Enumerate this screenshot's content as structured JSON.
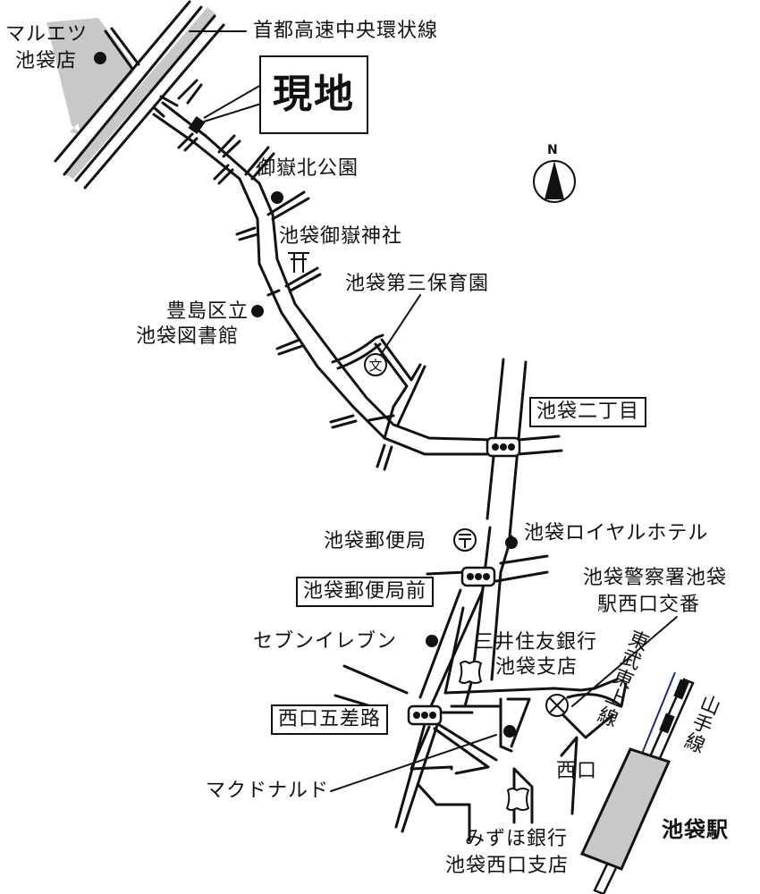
{
  "map": {
    "type": "location-access-map",
    "colors": {
      "line": "#111111",
      "fill_gray": "#c8c8c8",
      "background": "#ffffff",
      "tobu_line": "#1a2a8a"
    },
    "site": {
      "label": "現地"
    },
    "compass": {
      "label": "N"
    },
    "station": {
      "label": "池袋駅"
    },
    "railways": [
      {
        "label": "東武東上線"
      },
      {
        "label": "山手線"
      }
    ],
    "roads": [
      {
        "label": "首都高速中央環状線"
      }
    ],
    "intersections": [
      {
        "label": "池袋二丁目"
      },
      {
        "label": "池袋郵便局前"
      },
      {
        "label": "西口五差路"
      }
    ],
    "landmarks": [
      {
        "line1": "マルエツ",
        "line2": "池袋店"
      },
      {
        "label": "御嶽北公園"
      },
      {
        "label": "池袋御嶽神社"
      },
      {
        "label": "池袋第三保育園"
      },
      {
        "line1": "豊島区立",
        "line2": "池袋図書館"
      },
      {
        "label": "池袋郵便局"
      },
      {
        "label": "池袋ロイヤルホテル"
      },
      {
        "line1": "池袋警察署池袋",
        "line2": "駅西口交番"
      },
      {
        "label": "セブンイレブン"
      },
      {
        "line1": "三井住友銀行",
        "line2": "池袋支店"
      },
      {
        "label": "マクドナルド"
      },
      {
        "label": "西口"
      },
      {
        "line1": "みずほ銀行",
        "line2": "池袋西口支店"
      }
    ],
    "symbols": {
      "shrine": "⛩",
      "school": "文",
      "post": "〒"
    }
  }
}
